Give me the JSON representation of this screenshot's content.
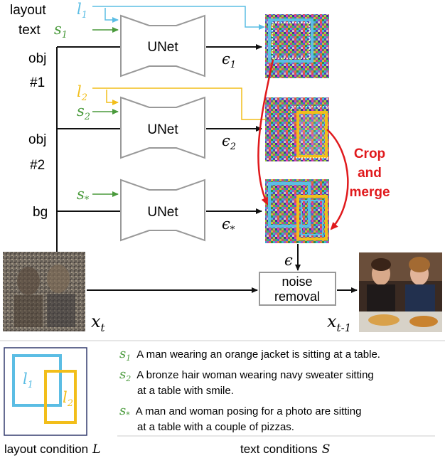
{
  "inputs": {
    "layout_label": "layout",
    "layout_symbol": "l",
    "layout_sub": "1",
    "text_label": "text",
    "text_symbol": "s",
    "text_sub": "1"
  },
  "objects": {
    "obj1_line1": "obj",
    "obj1_line2": "#1",
    "obj2_line1": "obj",
    "obj2_line2": "#2",
    "bg": "bg"
  },
  "branch2": {
    "l_symbol": "l",
    "l_sub": "2",
    "s_symbol": "s",
    "s_sub": "2"
  },
  "branch_bg": {
    "s_symbol": "s",
    "s_sub": "*"
  },
  "unet_label": "UNet",
  "eps": {
    "symbol": "ϵ",
    "sub1": "1",
    "sub2": "2",
    "sub_star": "*",
    "main": "ϵ"
  },
  "crop_merge": {
    "line1": "Crop",
    "line2": "and",
    "line3": "merge"
  },
  "noise_removal": {
    "line1": "noise",
    "line2": "removal"
  },
  "x_t": {
    "symbol": "x",
    "sub": "t"
  },
  "x_t1": {
    "symbol": "x",
    "sub": "t-1"
  },
  "layout_condition": {
    "l1_symbol": "l",
    "l1_sub": "1",
    "l2_symbol": "l",
    "l2_sub": "2",
    "caption": "layout condition",
    "caption_symbol": "L"
  },
  "text_conditions": {
    "items": [
      {
        "sym": "s",
        "sub": "1",
        "text": "A man wearing an orange jacket is sitting at a table."
      },
      {
        "sym": "s",
        "sub": "2",
        "text": "A bronze hair woman wearing navy sweater sitting",
        "text2": "at a table with smile."
      },
      {
        "sym": "s",
        "sub": "*",
        "text": "A man and woman posing for a photo are sitting",
        "text2": "at a table with a couple of pizzas."
      }
    ],
    "caption": "text conditions",
    "caption_symbol": "S"
  },
  "colors": {
    "layout1": "#5bbde4",
    "layout2": "#f2be1a",
    "text_green": "#4a9a3c",
    "crop_red": "#e0191c",
    "unet_stroke": "#999999",
    "line": "#111111"
  }
}
